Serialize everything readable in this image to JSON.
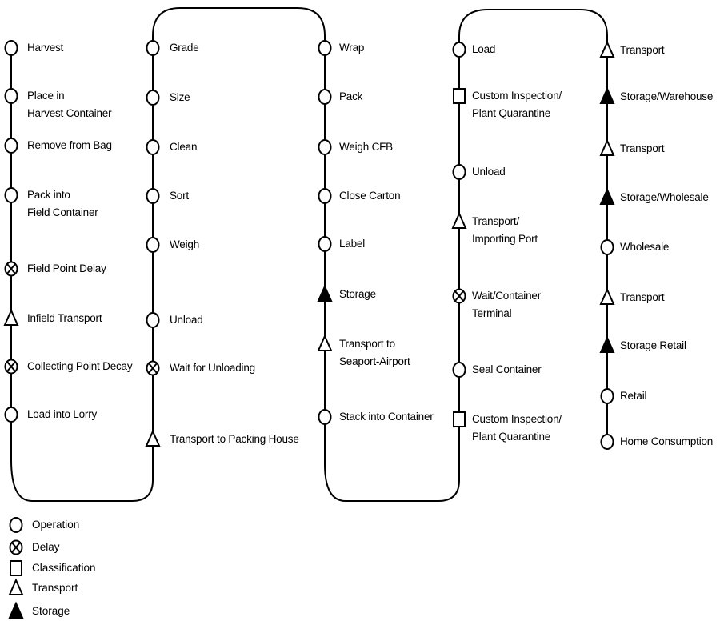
{
  "colors": {
    "ink": "#000000",
    "background": "#ffffff"
  },
  "columns": [
    {
      "name": "field",
      "steps": [
        {
          "type": "operation",
          "lines": [
            "Harvest"
          ]
        },
        {
          "type": "operation",
          "lines": [
            "Place in",
            "Harvest Container"
          ]
        },
        {
          "type": "operation",
          "lines": [
            "Remove from Bag"
          ]
        },
        {
          "type": "operation",
          "lines": [
            "Pack into",
            "Field Container"
          ]
        },
        {
          "type": "delay",
          "lines": [
            "Field Point Delay"
          ]
        },
        {
          "type": "transport",
          "lines": [
            "Infield Transport"
          ]
        },
        {
          "type": "delay",
          "lines": [
            "Collecting Point Decay"
          ]
        },
        {
          "type": "operation",
          "lines": [
            "Load into Lorry"
          ]
        }
      ]
    },
    {
      "name": "packing-house-intake",
      "steps": [
        {
          "type": "operation",
          "lines": [
            "Grade"
          ]
        },
        {
          "type": "operation",
          "lines": [
            "Size"
          ]
        },
        {
          "type": "operation",
          "lines": [
            "Clean"
          ]
        },
        {
          "type": "operation",
          "lines": [
            "Sort"
          ]
        },
        {
          "type": "operation",
          "lines": [
            "Weigh"
          ]
        },
        {
          "type": "operation",
          "lines": [
            "Unload"
          ]
        },
        {
          "type": "delay",
          "lines": [
            "Wait for Unloading"
          ]
        },
        {
          "type": "transport",
          "lines": [
            "Transport to Packing House"
          ]
        }
      ]
    },
    {
      "name": "packing",
      "steps": [
        {
          "type": "operation",
          "lines": [
            "Wrap"
          ]
        },
        {
          "type": "operation",
          "lines": [
            "Pack"
          ]
        },
        {
          "type": "operation",
          "lines": [
            "Weigh CFB"
          ]
        },
        {
          "type": "operation",
          "lines": [
            "Close Carton"
          ]
        },
        {
          "type": "operation",
          "lines": [
            "Label"
          ]
        },
        {
          "type": "storage",
          "lines": [
            "Storage"
          ]
        },
        {
          "type": "transport",
          "lines": [
            "Transport to",
            "Seaport-Airport"
          ]
        },
        {
          "type": "operation",
          "lines": [
            "Stack into Container"
          ]
        }
      ]
    },
    {
      "name": "export-import",
      "steps": [
        {
          "type": "operation",
          "lines": [
            "Load"
          ]
        },
        {
          "type": "classification",
          "lines": [
            "Custom Inspection/",
            "Plant Quarantine"
          ]
        },
        {
          "type": "operation",
          "lines": [
            "Unload"
          ]
        },
        {
          "type": "transport",
          "lines": [
            "Transport/",
            "Importing Port"
          ]
        },
        {
          "type": "delay",
          "lines": [
            "Wait/Container",
            "Terminal"
          ]
        },
        {
          "type": "operation",
          "lines": [
            "Seal Container"
          ]
        },
        {
          "type": "classification",
          "lines": [
            "Custom Inspection/",
            "Plant Quarantine"
          ]
        }
      ]
    },
    {
      "name": "distribution",
      "steps": [
        {
          "type": "transport",
          "lines": [
            "Transport"
          ]
        },
        {
          "type": "storage",
          "lines": [
            "Storage/Warehouse"
          ]
        },
        {
          "type": "transport",
          "lines": [
            "Transport"
          ]
        },
        {
          "type": "storage",
          "lines": [
            "Storage/Wholesale"
          ]
        },
        {
          "type": "operation",
          "lines": [
            "Wholesale"
          ]
        },
        {
          "type": "transport",
          "lines": [
            "Transport"
          ]
        },
        {
          "type": "storage",
          "lines": [
            "Storage Retail"
          ]
        },
        {
          "type": "operation",
          "lines": [
            "Retail"
          ]
        },
        {
          "type": "operation",
          "lines": [
            "Home Consumption"
          ]
        }
      ]
    }
  ],
  "legend": [
    {
      "type": "operation",
      "label": "Operation"
    },
    {
      "type": "delay",
      "label": "Delay"
    },
    {
      "type": "classification",
      "label": "Classification"
    },
    {
      "type": "transport",
      "label": "Transport"
    },
    {
      "type": "storage",
      "label": "Storage"
    }
  ]
}
